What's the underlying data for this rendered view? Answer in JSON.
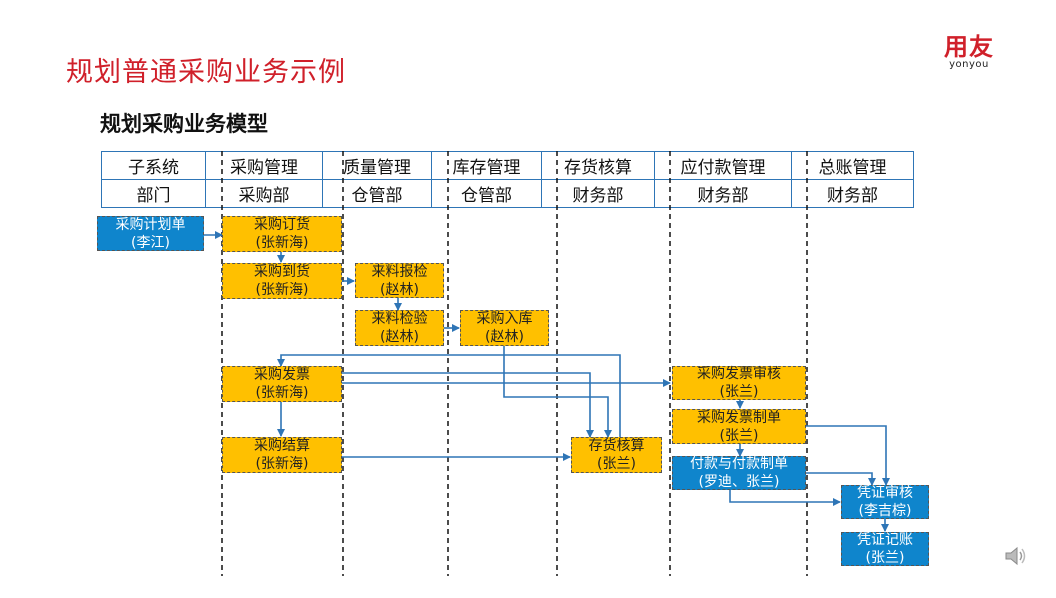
{
  "page_title": "规划普通采购业务示例",
  "logo": {
    "cn": "用友",
    "en": "yonyou"
  },
  "subtitle": "规划采购业务模型",
  "header": {
    "row1": [
      "子系统",
      "采购管理",
      "质量管理",
      "库存管理",
      "存货核算",
      "应付款管理",
      "总账管理"
    ],
    "row2": [
      "部门",
      "采购部",
      "仓管部",
      "仓管部",
      "财务部",
      "财务部",
      "财务部"
    ]
  },
  "nodes": {
    "plan": {
      "line1": "采购计划单",
      "line2": "(李江)"
    },
    "order": {
      "line1": "采购订货",
      "line2": "(张新海)"
    },
    "arrival": {
      "line1": "采购到货",
      "line2": "(张新海)"
    },
    "inspect": {
      "line1": "来料报检",
      "line2": "(赵林)"
    },
    "check": {
      "line1": "来料检验",
      "line2": "(赵林)"
    },
    "instock": {
      "line1": "采购入库",
      "line2": "(赵林)"
    },
    "invoice": {
      "line1": "采购发票",
      "line2": "(张新海)"
    },
    "settle": {
      "line1": "采购结算",
      "line2": "(张新海)"
    },
    "cost": {
      "line1": "存货核算",
      "line2": "(张兰)"
    },
    "inv_audit": {
      "line1": "采购发票审核",
      "line2": "(张兰)"
    },
    "inv_voucher": {
      "line1": "采购发票制单",
      "line2": "(张兰)"
    },
    "payment": {
      "line1": "付款与付款制单",
      "line2": "(罗迪、张兰)"
    },
    "v_audit": {
      "line1": "凭证审核",
      "line2": "(李吉棕)"
    },
    "v_post": {
      "line1": "凭证记账",
      "line2": "(张兰)"
    }
  },
  "colors": {
    "title_red": "#d0202a",
    "arrow_blue": "#2e75b6",
    "node_yellow": "#ffc000",
    "node_blue": "#0f85cc"
  },
  "icons": {
    "speaker": "speaker-icon"
  }
}
